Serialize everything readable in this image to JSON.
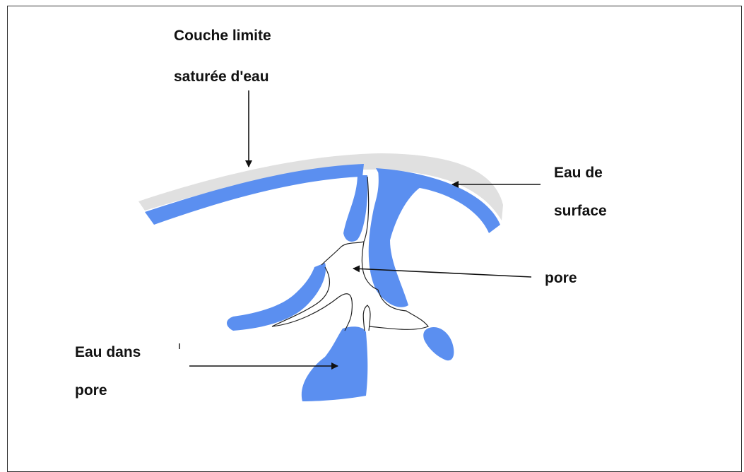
{
  "labels": {
    "boundary_line1": "Couche limite",
    "boundary_line2": "saturée d'eau",
    "surface_line1": "Eau de",
    "surface_line2": "surface",
    "pore": "pore",
    "pore_water_line1": "Eau dans",
    "pore_water_line2": "pore"
  },
  "colors": {
    "water": "#5b8ff0",
    "boundary_layer": "#e0e0e0",
    "outline": "#222222",
    "arrow": "#111111"
  }
}
